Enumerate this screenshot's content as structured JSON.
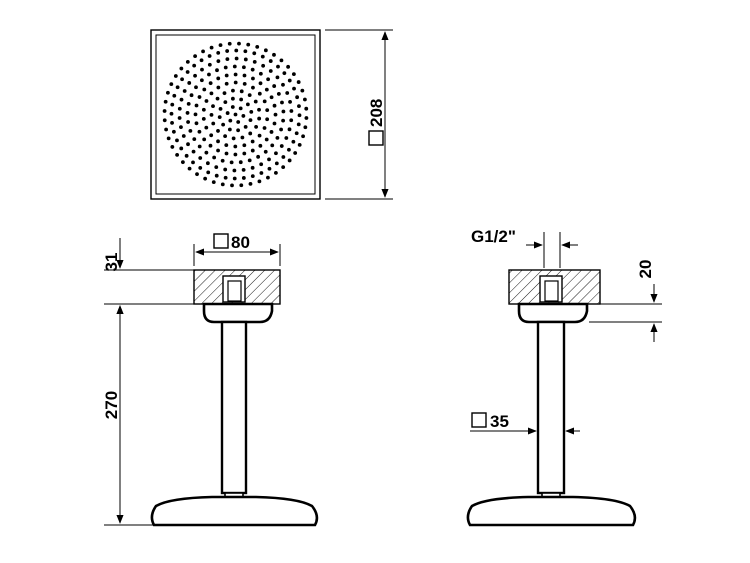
{
  "dimensions": {
    "head_size": "208",
    "mount_width": "80",
    "mount_height": "31",
    "arm_length": "270",
    "thread": "G1/2\"",
    "mount_depth": "20",
    "arm_section": "35"
  },
  "symbols": {
    "square": "square-symbol"
  }
}
